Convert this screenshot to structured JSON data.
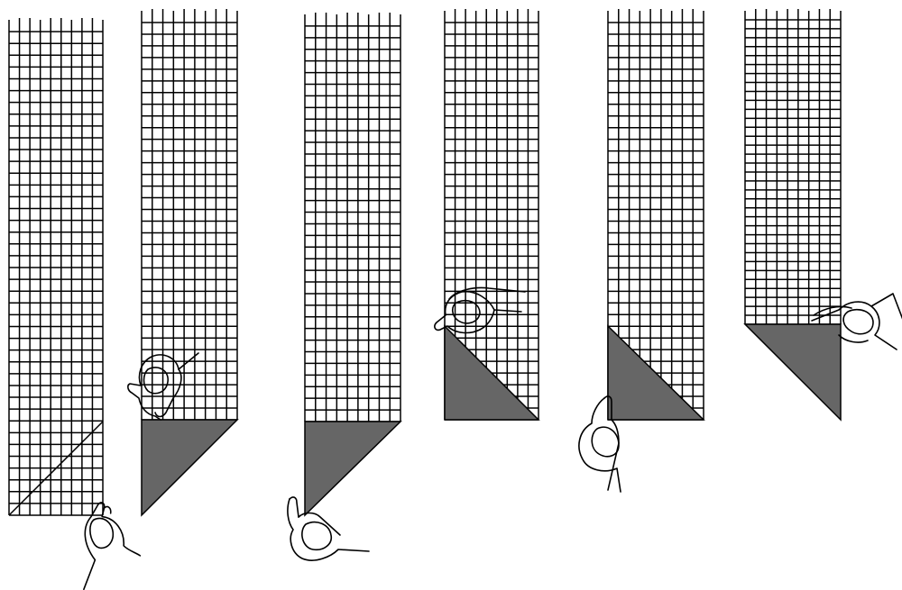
{
  "figure": {
    "kind": "folding-instruction-illustration",
    "fold_color": "#666666",
    "line_color": "#000000",
    "background": "#ffffff",
    "step_count": 6,
    "steps": [
      {
        "id": "step-1",
        "fold": "diagonal-crease-line",
        "icon": "hand-icon"
      },
      {
        "id": "step-2",
        "fold": "bottom-corner-folded-triangle",
        "icon": "hand-icon"
      },
      {
        "id": "step-3",
        "fold": "bottom-fold-triangle-pointing-down-left",
        "icon": "hand-icon"
      },
      {
        "id": "step-4",
        "fold": "triangle-folded-up",
        "icon": "hand-icon"
      },
      {
        "id": "step-5",
        "fold": "triangle-folded-down",
        "icon": "hand-icon"
      },
      {
        "id": "step-6",
        "fold": "triangle-folded-right",
        "icon": "hand-icon"
      }
    ]
  }
}
